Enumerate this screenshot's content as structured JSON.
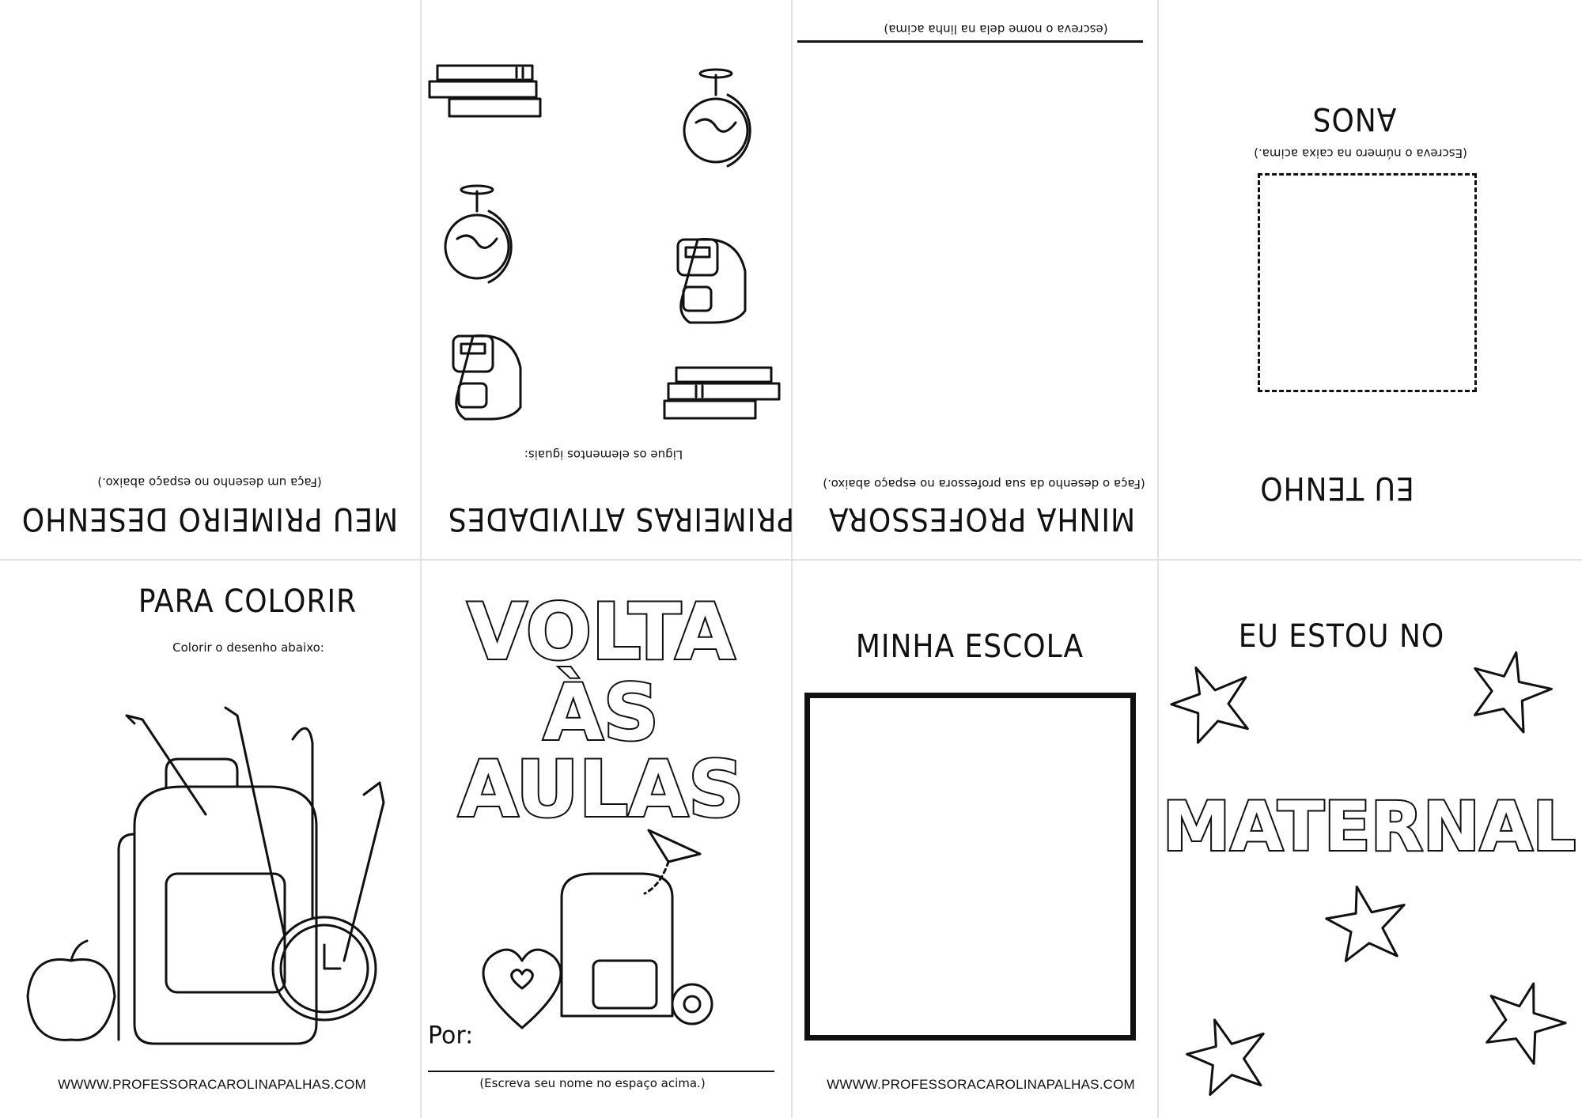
{
  "top_row": {
    "desenho": {
      "title": "MEU PRIMEIRO DESENHO",
      "instruction": "(Faça um desenho no espaço abaixo.)"
    },
    "atividades": {
      "title": "PRIMEIRAS ATIVIDADES",
      "instruction": "Ligue os elementos iguais:"
    },
    "professora": {
      "title": "MINHA PROFESSORA",
      "instruction": "(Faça o desenho da sua professora no espaço abaixo.)",
      "name_hint": "(escreva o nome dela na linha acima)"
    },
    "idade": {
      "title": "EU TENHO",
      "unit": "ANOS",
      "instruction": "(Escreva o número na caixa acima.)"
    }
  },
  "bottom_row": {
    "colorir": {
      "title": "PARA COLORIR",
      "instruction": "Colorir o desenho abaixo:",
      "url": "WWWW.PROFESSORACAROLINAPALHAS.COM"
    },
    "capa": {
      "line1": "VOLTA",
      "line2": "ÀS",
      "line3": "AULAS",
      "by_label": "Por:",
      "name_hint": "(Escreva seu nome no espaço acima.)"
    },
    "escola": {
      "title": "MINHA ESCOLA",
      "url": "WWWW.PROFESSORACAROLINAPALHAS.COM"
    },
    "turma": {
      "title": "EU ESTOU NO",
      "grade": "MATERNAL"
    }
  }
}
